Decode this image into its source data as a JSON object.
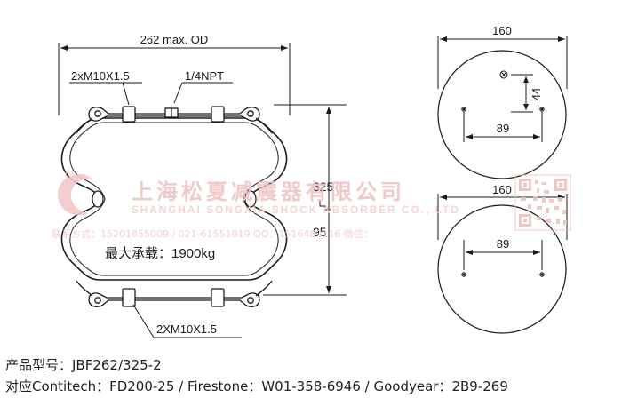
{
  "side_view": {
    "width_label": "262 max. OD",
    "top_thread_label": "2xM10X1.5",
    "top_port_label": "1/4NPT",
    "height_max_label": "325",
    "height_min_label": "95",
    "load_label": "最大承载：1900kg",
    "bottom_thread_label": "2XM10X1.5"
  },
  "top_view": {
    "diameter_label": "160",
    "offset_label": "44",
    "bolt_spacing_label": "89"
  },
  "bottom_view": {
    "diameter_label": "160",
    "bolt_spacing_label": "89"
  },
  "watermark": {
    "company_zh": "上海松夏减震器有限公司",
    "company_en": "SHANGHAI SONGXIA SHOCK ABSORBER CO., LTD",
    "contact": "联系方式：15201855009 / 021-61551919  QQ：1516483116  微信："
  },
  "info": {
    "model_line": "产品型号：JBF262/325-2",
    "cross_ref_line": "对应Contitech：FD200-25 / Firestone：W01-358-6946 / Goodyear：2B9-269"
  },
  "colors": {
    "line": "#1a1a1a",
    "watermark": "#f0c4c4"
  }
}
